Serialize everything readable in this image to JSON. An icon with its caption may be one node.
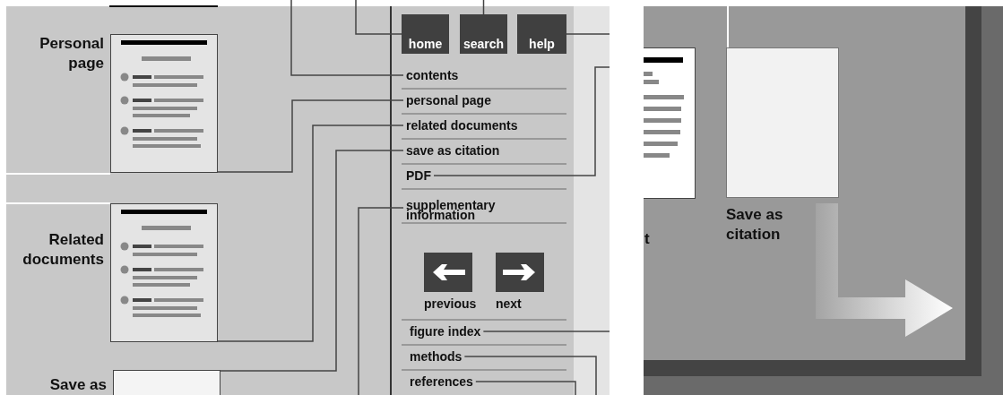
{
  "diagram": {
    "nodes": [
      {
        "text": [
          "Personal page"
        ]
      },
      {
        "text": [
          "Related documents"
        ]
      },
      {
        "text": [
          "Save as"
        ]
      },
      {
        "text": [
          "home"
        ]
      },
      {
        "text": [
          "search"
        ]
      },
      {
        "text": [
          "help"
        ]
      },
      {
        "text": [
          "contents"
        ]
      },
      {
        "text": [
          "personal page"
        ]
      },
      {
        "text": [
          "related documents"
        ]
      },
      {
        "text": [
          "save as citation"
        ]
      },
      {
        "text": [
          "PDF"
        ]
      },
      {
        "text": [
          "supplementary information"
        ]
      },
      {
        "text": [
          "previous"
        ]
      },
      {
        "text": [
          "next"
        ]
      },
      {
        "text": [
          "figure index"
        ]
      },
      {
        "text": [
          "methods"
        ]
      },
      {
        "text": [
          "references"
        ]
      },
      {
        "text": [],
        "shape": "box"
      },
      {
        "text": [
          "Save as citation"
        ]
      }
    ],
    "edges": [
      {
        "from": 3,
        "to": null,
        "arrow": "none"
      },
      {
        "from": 4,
        "to": null,
        "arrow": "none"
      },
      {
        "from": 5,
        "to": null,
        "arrow": "none"
      },
      {
        "from": 6,
        "to": null,
        "arrow": "none"
      },
      {
        "from": 7,
        "to": 0,
        "arrow": "none"
      },
      {
        "from": 8,
        "to": 1,
        "arrow": "none"
      },
      {
        "from": 9,
        "to": 2,
        "arrow": "none"
      },
      {
        "from": 10,
        "to": null,
        "arrow": "none"
      },
      {
        "from": 11,
        "to": null,
        "arrow": "none"
      },
      {
        "from": 14,
        "to": null,
        "arrow": "none"
      },
      {
        "from": 15,
        "to": null,
        "arrow": "none"
      },
      {
        "from": 16,
        "to": null,
        "arrow": "none"
      }
    ],
    "labels": [
      "t"
    ]
  }
}
